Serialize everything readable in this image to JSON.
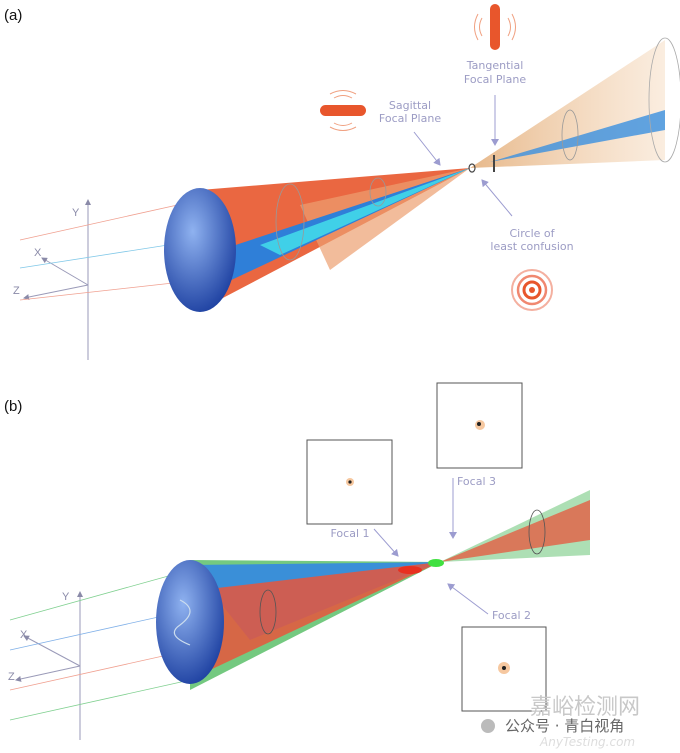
{
  "panel_a": {
    "label": "(a)",
    "tangential": [
      "Tangential",
      "Focal Plane"
    ],
    "sagittal": [
      "Sagittal",
      "Focal Plane"
    ],
    "circle": [
      "Circle of",
      "least confusion"
    ],
    "axes": {
      "y": "Y",
      "x": "X",
      "z": "Z"
    }
  },
  "panel_b": {
    "label": "(b)",
    "focal1": "Focal 1",
    "focal2": "Focal 2",
    "focal3": "Focal 3",
    "axes": {
      "y": "Y",
      "x": "X",
      "z": "Z"
    }
  },
  "watermark": {
    "site": "嘉峪检测网",
    "account": "公众号 · 青白视角",
    "url": "AnyTesting.com"
  },
  "colors": {
    "orange": "#e8562c",
    "blue": "#2f7fd8",
    "cyan": "#40d0e8",
    "green": "#5cc06a",
    "arrow": "#9c9cd0"
  }
}
